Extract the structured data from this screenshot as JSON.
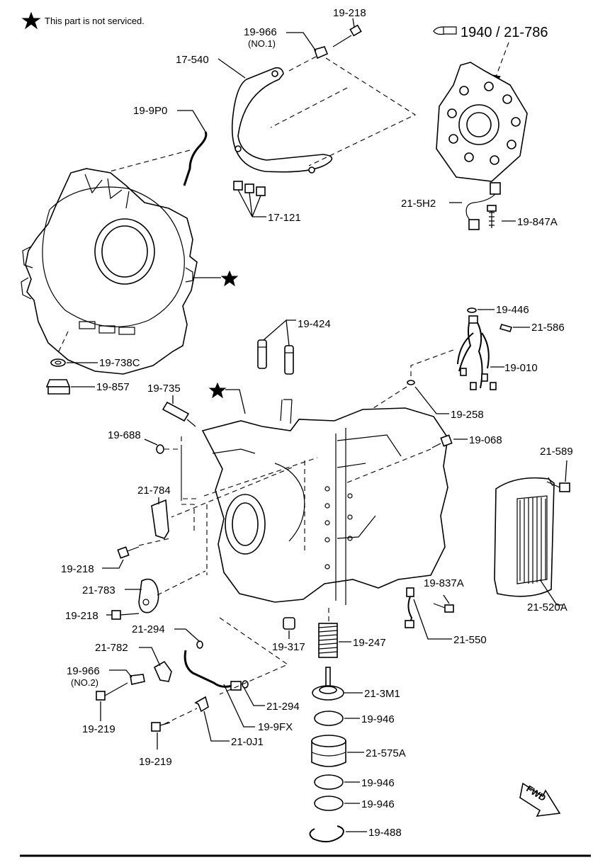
{
  "note": {
    "text": "This part is not serviced."
  },
  "reference": {
    "text": "1940 / 21-786"
  },
  "direction": {
    "text": "FWD"
  },
  "labels": {
    "l19_218_top": "19-218",
    "l19_966_no1": "19-966",
    "l19_966_no1_sub": "(NO.1)",
    "l17_540": "17-540",
    "l19_9p0": "19-9P0",
    "l17_121": "17-121",
    "l21_5h2": "21-5H2",
    "l19_847a": "19-847A",
    "l19_738c": "19-738C",
    "l19_857": "19-857",
    "l19_424": "19-424",
    "l19_446": "19-446",
    "l21_586": "21-586",
    "l19_010": "19-010",
    "l19_735": "19-735",
    "l19_258": "19-258",
    "l19_688": "19-688",
    "l19_068": "19-068",
    "l21_589": "21-589",
    "l21_784": "21-784",
    "l19_218_mid": "19-218",
    "l21_783": "21-783",
    "l19_218_low": "19-218",
    "l19_837a": "19-837A",
    "l21_520a": "21-520A",
    "l21_294_a": "21-294",
    "l21_550": "21-550",
    "l21_782": "21-782",
    "l19_317": "19-317",
    "l19_247": "19-247",
    "l19_966_no2": "19-966",
    "l19_966_no2_sub": "(NO.2)",
    "l21_3m1": "21-3M1",
    "l19_219_a": "19-219",
    "l21_294_b": "21-294",
    "l19_946_a": "19-946",
    "l19_9fx": "19-9FX",
    "l21_0j1": "21-0J1",
    "l21_575a": "21-575A",
    "l19_219_b": "19-219",
    "l19_946_b": "19-946",
    "l19_946_c": "19-946",
    "l19_488": "19-488"
  }
}
